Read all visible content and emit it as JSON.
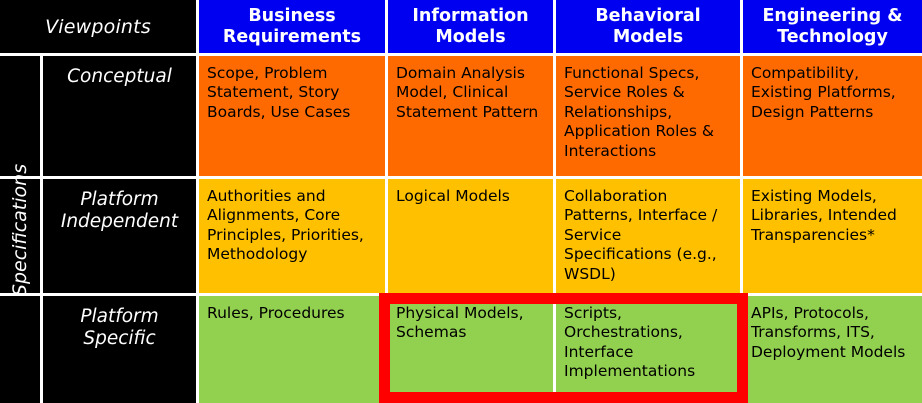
{
  "matrix": {
    "corner_label": "Viewpoints",
    "rail_label": "Specifications",
    "columns": [
      {
        "label": "Business Requirements"
      },
      {
        "label": "Information Models"
      },
      {
        "label": "Behavioral Models"
      },
      {
        "label": "Engineering & Technology"
      }
    ],
    "rows": [
      {
        "label": "Conceptual",
        "cells": [
          "Scope, Problem Statement, Story Boards, Use Cases",
          "Domain Analysis Model, Clinical Statement Pattern",
          "Functional Specs, Service Roles & Relationships, Application Roles & Interactions",
          "Compatibility, Existing Platforms, Design Patterns"
        ]
      },
      {
        "label": "Platform Independent",
        "cells": [
          "Authorities and Alignments,  Core Principles, Priorities, Methodology",
          "Logical Models",
          "Collaboration Patterns, Interface / Service Specifications (e.g., WSDL)",
          "Existing Models, Libraries, Intended Transparencies*"
        ]
      },
      {
        "label": "Platform Specific",
        "cells": [
          "Rules, Procedures",
          "Physical Models, Schemas",
          "Scripts, Orchestrations, Interface Implementations",
          "APIs, Protocols, Transforms, ITS, Deployment Models"
        ]
      }
    ],
    "colors": {
      "header_blue": "#0000f0",
      "corner_black": "#000000",
      "conceptual_orange": "#ff6a00",
      "platform_independent_amber": "#ffc000",
      "platform_specific_green": "#92d050",
      "highlight_red": "#ff0000",
      "text_light": "#ffffff",
      "text_dark": "#000000"
    },
    "highlight": {
      "name": "platform-specific-models-highlight",
      "covers": [
        "Information Models / Platform Specific",
        "Behavioral Models / Platform Specific"
      ]
    }
  }
}
